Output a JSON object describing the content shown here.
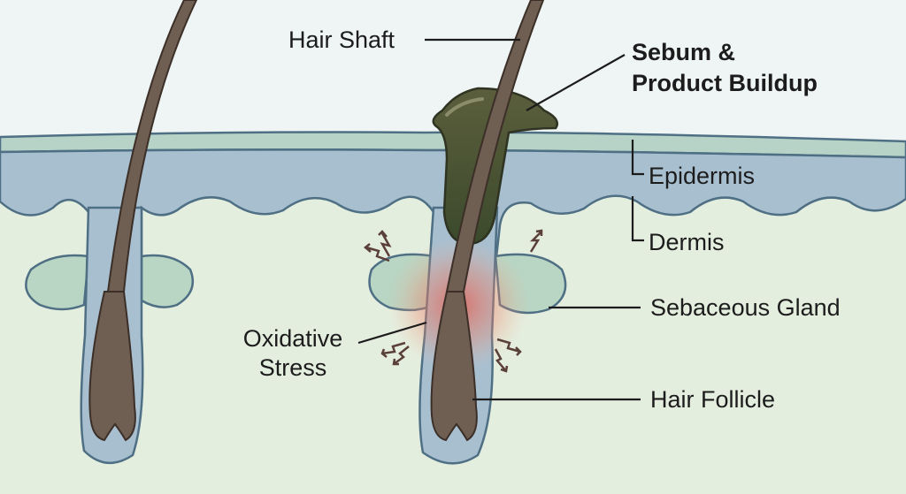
{
  "labels": {
    "hair_shaft": "Hair Shaft",
    "sebum_line1": "Sebum &",
    "sebum_line2": "Product Buildup",
    "epidermis": "Epidermis",
    "dermis": "Dermis",
    "sebaceous_gland": "Sebaceous Gland",
    "oxidative_line1": "Oxidative",
    "oxidative_line2": "Stress",
    "hair_follicle": "Hair Follicle"
  },
  "colors": {
    "sky": "#eef5f4",
    "dermis": "#e4eedf",
    "epidermis_top": "#b7d2c6",
    "epidermis": "#a8bfd0",
    "outline": "#4e6f84",
    "hair": "#6f5e52",
    "sebum": "#4d5236",
    "inflammation": "#e8574a"
  }
}
